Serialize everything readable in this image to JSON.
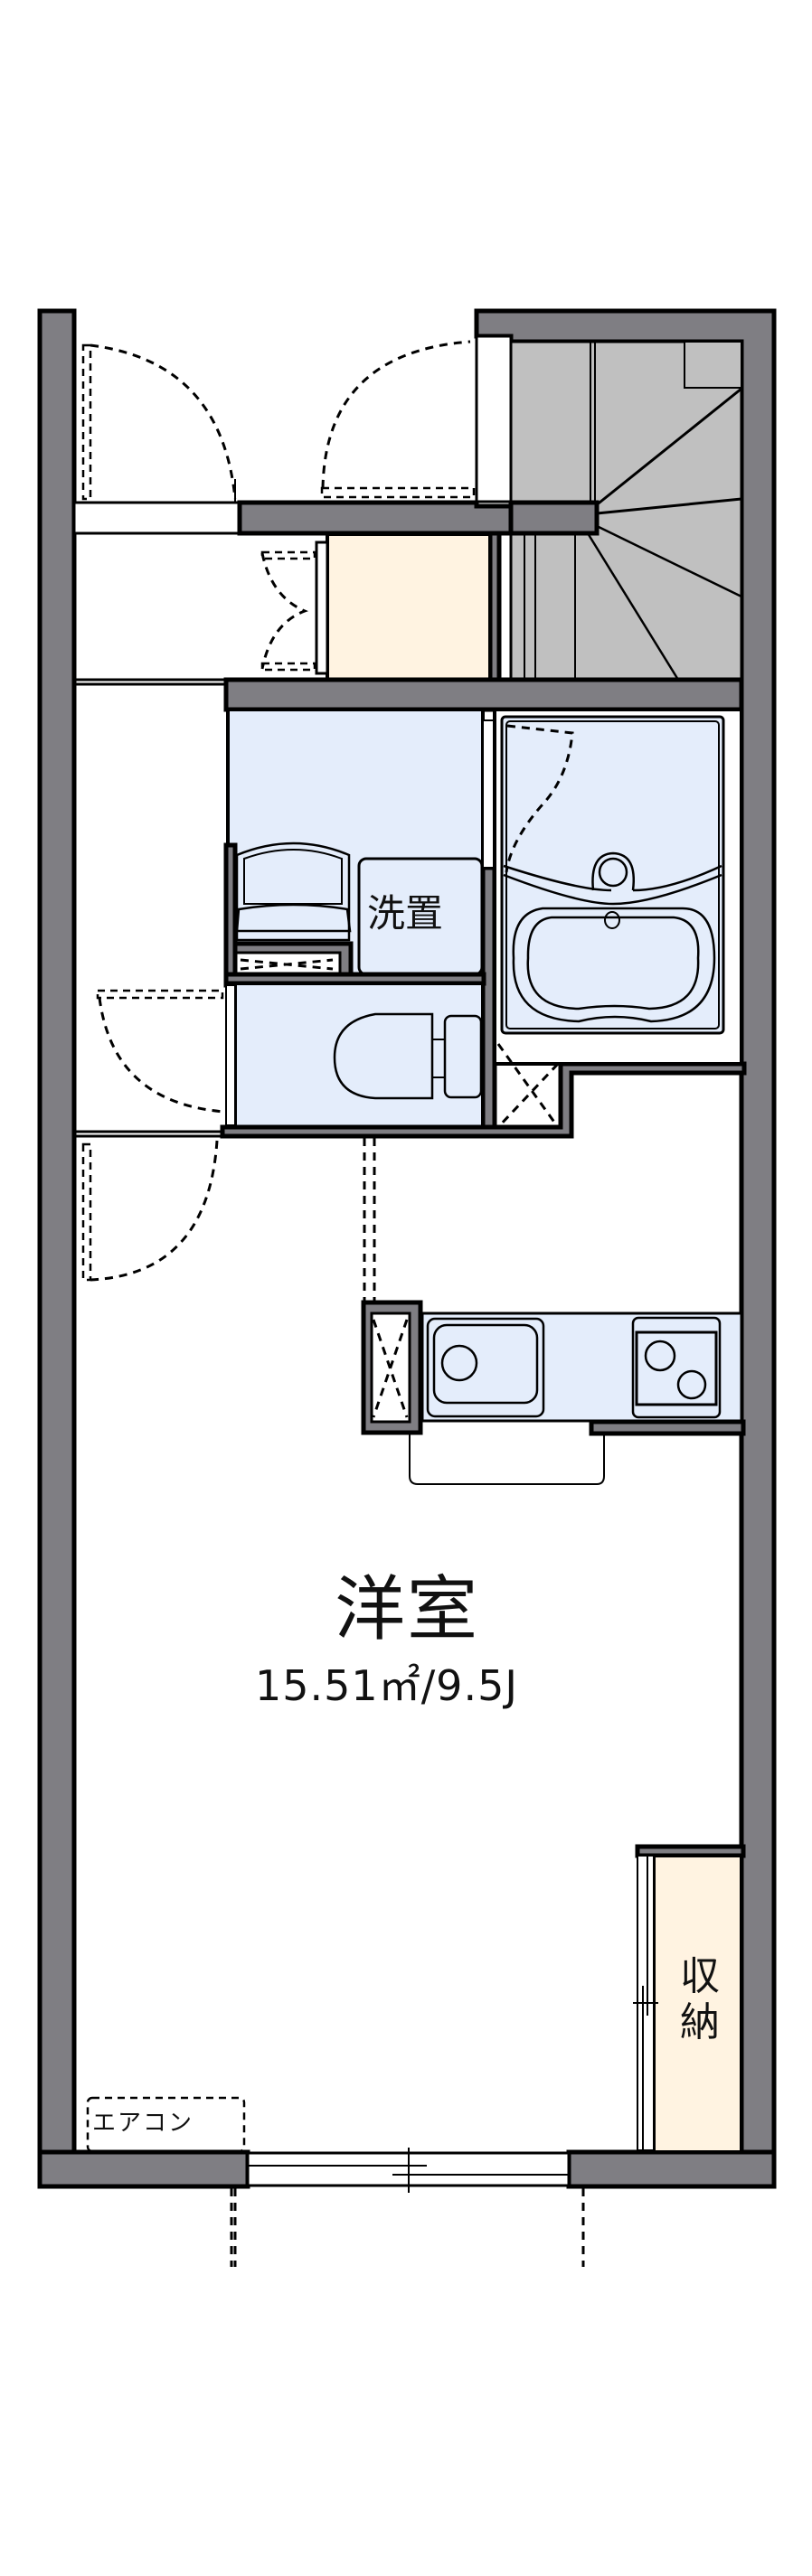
{
  "floorplan": {
    "colors": {
      "wall": "#7f7e83",
      "stairs": "#c0c0c0",
      "wet_area": "#e4edfb",
      "storage": "#fff3e1",
      "floor": "#ffffff"
    },
    "rooms": {
      "main_room": {
        "name": "洋室",
        "area": "15.51㎡/9.5J"
      },
      "washroom": {
        "washer_label": "洗置"
      },
      "storage": {
        "name": "収納"
      }
    },
    "fixtures": {
      "air_conditioner": "エアコン"
    },
    "icons": [
      "entrance-door-icon",
      "stairs-icon",
      "shoe-closet-icon",
      "washbasin-icon",
      "washing-machine-space-icon",
      "toilet-icon",
      "bathtub-icon",
      "kitchen-sink-icon",
      "stove-icon",
      "refrigerator-space-icon",
      "window-icon",
      "sliding-door-icon"
    ]
  }
}
